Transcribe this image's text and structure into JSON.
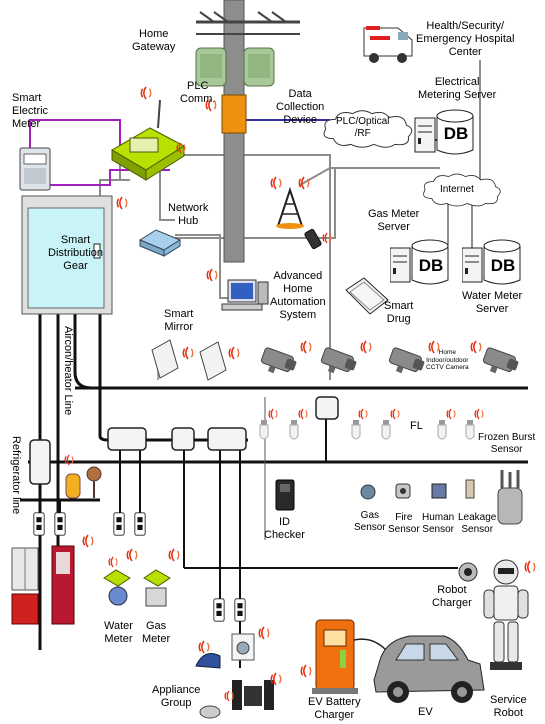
{
  "labels": {
    "home_gateway": [
      "Home",
      "Gateway"
    ],
    "plc_comm": [
      "PLC",
      "Comm."
    ],
    "data_collection": [
      "Data",
      "Collection",
      "Device"
    ],
    "health": [
      "Health/Security/",
      "Emergency Hospital",
      "Center"
    ],
    "electrical_server": [
      "Electrical",
      "Metering Server"
    ],
    "smart_meter": [
      "Smart",
      "Electric",
      "Meter"
    ],
    "plc_cloud": [
      "PLC/Optical",
      "/RF"
    ],
    "db": "DB",
    "internet": "Internet",
    "network_hub": [
      "Network",
      "Hub"
    ],
    "gas_server": [
      "Gas Meter",
      "Server"
    ],
    "water_server": [
      "Water Meter",
      "Server"
    ],
    "distribution_gear": [
      "Smart",
      "Distribution",
      "Gear"
    ],
    "advanced_home": [
      "Advanced",
      "Home",
      "Automation",
      "System"
    ],
    "smart_drug": [
      "Smart",
      "Drug"
    ],
    "smart_mirror": [
      "Smart",
      "Mirror"
    ],
    "cctv": [
      "Home",
      "Indoor/outdoor",
      "CCTV   Camera"
    ],
    "aircon_line": "Aircon/heator Line",
    "refrigerator_line": "Refrigerator line",
    "fl": "FL",
    "frozen_burst": [
      "Frozen Burst",
      "Sensor"
    ],
    "id_checker": [
      "ID",
      "Checker"
    ],
    "gas_sensor": [
      "Gas",
      "Sensor"
    ],
    "fire_sensor": [
      "Fire",
      "Sensor"
    ],
    "human_sensor": [
      "Human",
      "Sensor"
    ],
    "leakage_sensor": [
      "Leakage",
      "Sensor"
    ],
    "robot_charger": [
      "Robot",
      "Charger"
    ],
    "water_meter": [
      "Water",
      "Meter"
    ],
    "gas_meter": [
      "Gas",
      "Meter"
    ],
    "appliance_group": [
      "Appliance",
      "Group"
    ],
    "ev_battery": [
      "EV Battery",
      "Charger"
    ],
    "ev": "EV",
    "service_robot": [
      "Service",
      "Robot"
    ]
  },
  "colors": {
    "bus_line": "#111111",
    "gray_line": "#8c8c8c",
    "purple_line": "#a020c0",
    "blue_line": "#3030a0",
    "gear_fill": "#c8f4f8",
    "gateway_green": "#b8e000",
    "device_orange": "#f09010",
    "wireless_red": "#e03010"
  }
}
